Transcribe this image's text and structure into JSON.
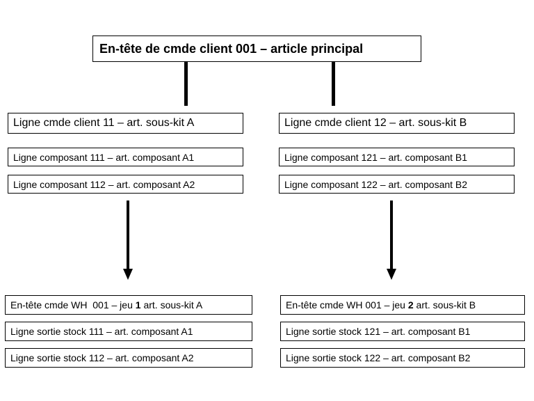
{
  "header": {
    "title": "En-tête de cmde client 001 – article principal"
  },
  "left": {
    "order_line": "Ligne cmde client 11 – art. sous-kit A",
    "components": [
      "Ligne composant 111 – art. composant A1",
      "Ligne composant 112 – art. composant A2"
    ],
    "warehouse": {
      "header_prefix": "En-tête cmde WH  001 – jeu ",
      "header_bold": "1",
      "header_suffix": " art. sous-kit A",
      "lines": [
        "Ligne sortie stock 111 – art. composant A1",
        "Ligne sortie stock 112 – art. composant A2"
      ]
    }
  },
  "right": {
    "order_line": "Ligne cmde client 12 – art. sous-kit B",
    "components": [
      "Ligne composant 121 – art. composant B1",
      "Ligne composant 122 – art. composant B2"
    ],
    "warehouse": {
      "header_prefix": "En-tête cmde WH 001 – jeu ",
      "header_bold": "2",
      "header_suffix": " art. sous-kit B",
      "lines": [
        "Ligne sortie stock 121 – art. composant B1",
        "Ligne sortie stock 122 – art. composant B2"
      ]
    }
  }
}
